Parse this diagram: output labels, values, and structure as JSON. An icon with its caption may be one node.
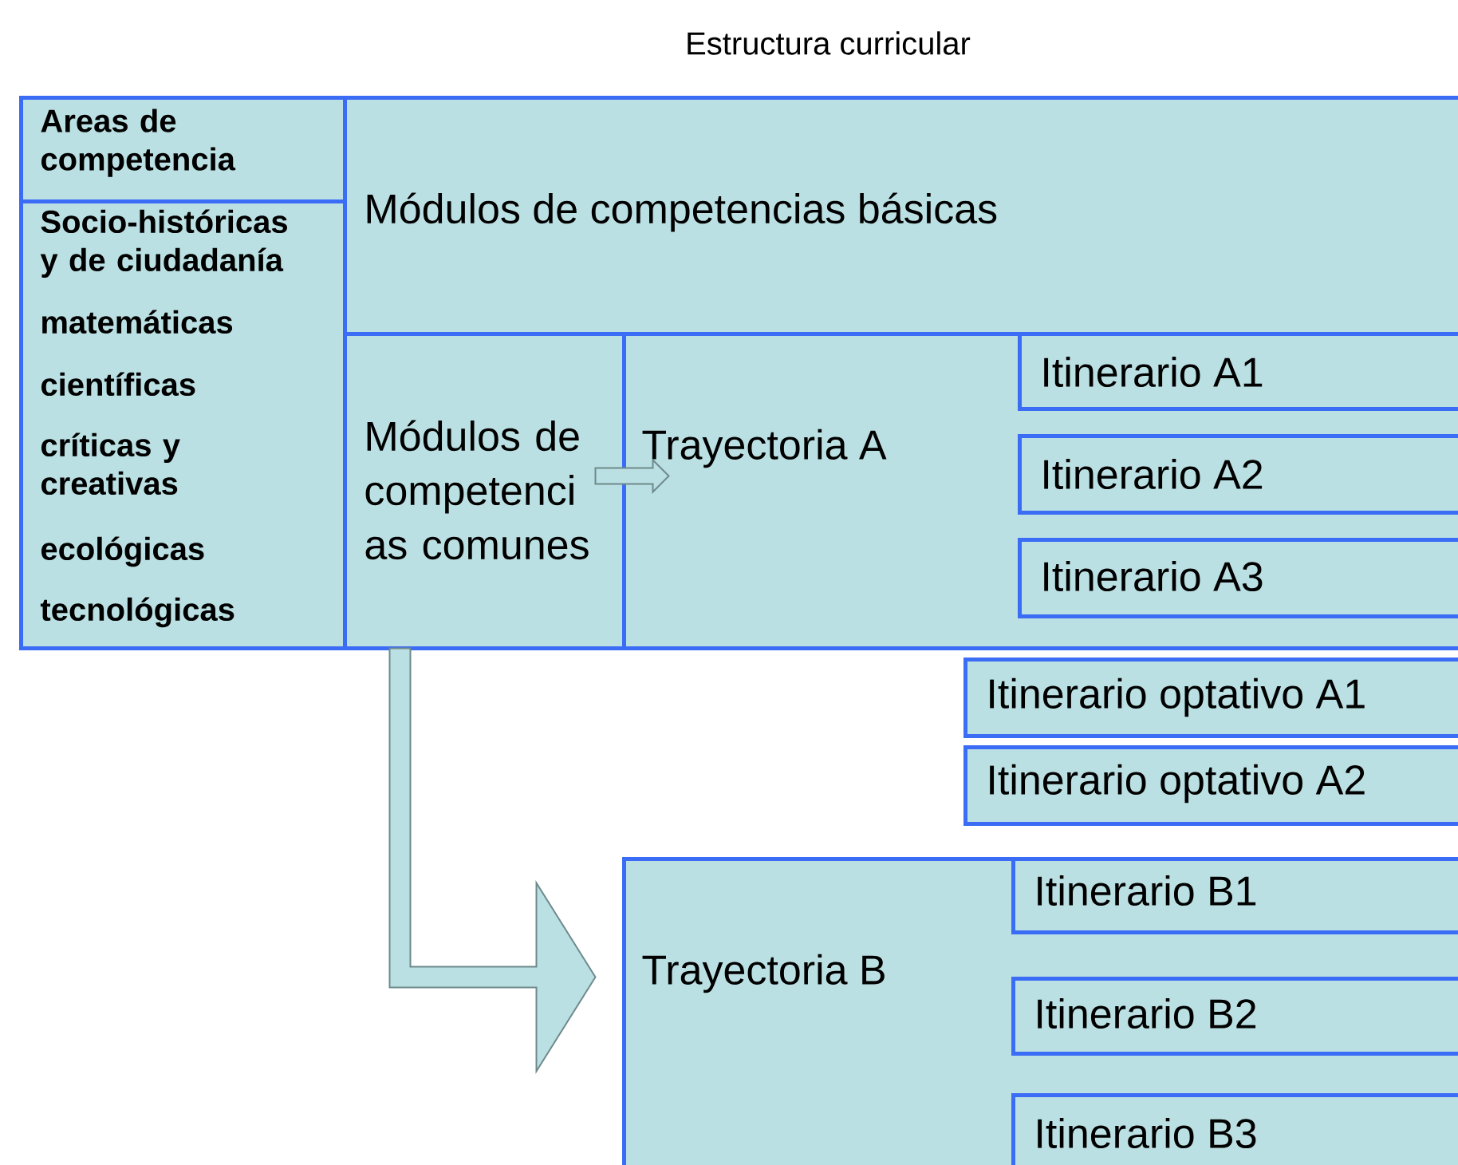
{
  "diagram": {
    "title": "Estructura curricular",
    "nodes": [
      {
        "text": [
          "Areas de competencia"
        ]
      },
      {
        "text": [
          "Socio-históricas y de ciudadanía",
          "matemáticas",
          "científicas",
          "críticas y creativas",
          "ecológicas",
          "tecnológicas"
        ]
      },
      {
        "text": [
          "Módulos de competencias básicas"
        ]
      },
      {
        "text": [
          "Módulos de competenci as comunes"
        ]
      },
      {
        "text": [
          "Trayectoria A"
        ]
      },
      {
        "text": [
          "Itinerario A1"
        ],
        "in": 4
      },
      {
        "text": [
          "Itinerario A2"
        ],
        "in": 4
      },
      {
        "text": [
          "Itinerario A3"
        ],
        "in": 4
      },
      {
        "text": [
          "Itinerario optativo A1"
        ]
      },
      {
        "text": [
          "Itinerario optativo A2"
        ]
      },
      {
        "text": [
          "Trayectoria B"
        ]
      },
      {
        "text": [
          "Itinerario B1"
        ],
        "in": 10
      },
      {
        "text": [
          "Itinerario B2"
        ],
        "in": 10
      },
      {
        "text": [
          "Itinerario B3"
        ],
        "in": 10
      }
    ],
    "edges": [
      {
        "from": 3,
        "to": 4,
        "arrow": "to"
      },
      {
        "from": 3,
        "to": 10,
        "arrow": "to"
      }
    ]
  }
}
